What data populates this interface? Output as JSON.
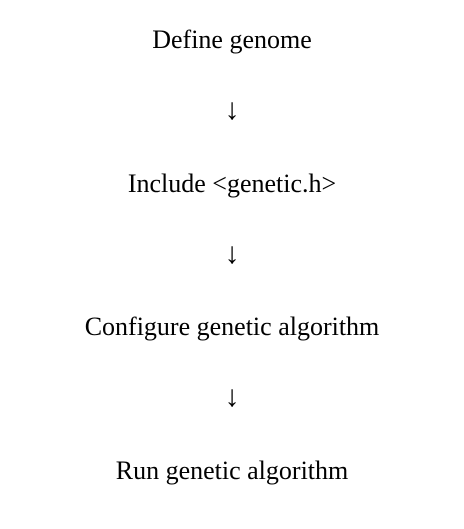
{
  "flow": {
    "steps": [
      {
        "label": "Define genome"
      },
      {
        "label": "Include <genetic.h>"
      },
      {
        "label": "Configure genetic algorithm"
      },
      {
        "label": "Run genetic algorithm"
      }
    ],
    "arrow_glyph": "↓",
    "text_color": "#000000",
    "background": "#ffffff"
  }
}
